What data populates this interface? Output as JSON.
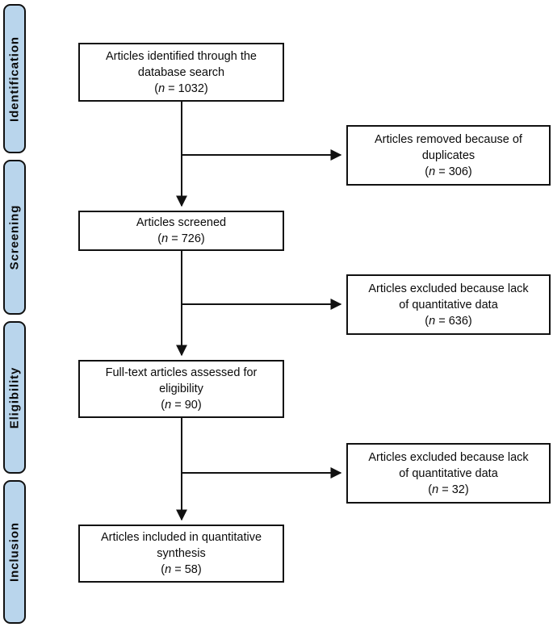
{
  "diagram": {
    "title": "PRISMA study selection flow diagram",
    "type": "flowchart",
    "box_border_color": "#111111",
    "stage_fill_color": "#b9d5ec",
    "connector_color": "#111111"
  },
  "stages": [
    {
      "id": "identification",
      "label": "Identification"
    },
    {
      "id": "screening",
      "label": "Screening"
    },
    {
      "id": "eligibility",
      "label": "Eligibility"
    },
    {
      "id": "inclusion",
      "label": "Inclusion"
    }
  ],
  "main_boxes": [
    {
      "id": "identified",
      "line1": "Articles identified through the",
      "line2": "database search",
      "n_prefix": "(",
      "n_symbol": "n",
      "n_value": " = 1032)"
    },
    {
      "id": "screened",
      "line1": "Articles screened",
      "line2": "",
      "n_prefix": "(",
      "n_symbol": "n",
      "n_value": " = 726)"
    },
    {
      "id": "fulltext",
      "line1": "Full-text articles assessed for",
      "line2": "eligibility",
      "n_prefix": "(",
      "n_symbol": "n",
      "n_value": " = 90)"
    },
    {
      "id": "included",
      "line1": "Articles included in quantitative",
      "line2": "synthesis",
      "n_prefix": "(",
      "n_symbol": "n",
      "n_value": " = 58)"
    }
  ],
  "side_boxes": [
    {
      "id": "duplicates-removed",
      "line1": "Articles removed because of",
      "line2": "duplicates",
      "n_prefix": "(",
      "n_symbol": "n",
      "n_value": " = 306)"
    },
    {
      "id": "excluded-screening",
      "line1": "Articles excluded because lack",
      "line2": "of quantitative data",
      "n_prefix": "(",
      "n_symbol": "n",
      "n_value": " = 636)"
    },
    {
      "id": "excluded-eligibility",
      "line1": "Articles excluded because lack",
      "line2": "of quantitative data",
      "n_prefix": "(",
      "n_symbol": "n",
      "n_value": " = 32)"
    }
  ],
  "chart_data": {
    "type": "diagram",
    "title": "PRISMA flow diagram",
    "nodes": [
      {
        "stage": "Identification",
        "label": "Articles identified through the database search",
        "n": 1032
      },
      {
        "stage": "Identification",
        "label": "Articles removed because of duplicates",
        "n": 306
      },
      {
        "stage": "Screening",
        "label": "Articles screened",
        "n": 726
      },
      {
        "stage": "Screening",
        "label": "Articles excluded because lack of quantitative data",
        "n": 636
      },
      {
        "stage": "Eligibility",
        "label": "Full-text articles assessed for eligibility",
        "n": 90
      },
      {
        "stage": "Eligibility",
        "label": "Articles excluded because lack of quantitative data",
        "n": 32
      },
      {
        "stage": "Inclusion",
        "label": "Articles included in quantitative synthesis",
        "n": 58
      }
    ]
  }
}
